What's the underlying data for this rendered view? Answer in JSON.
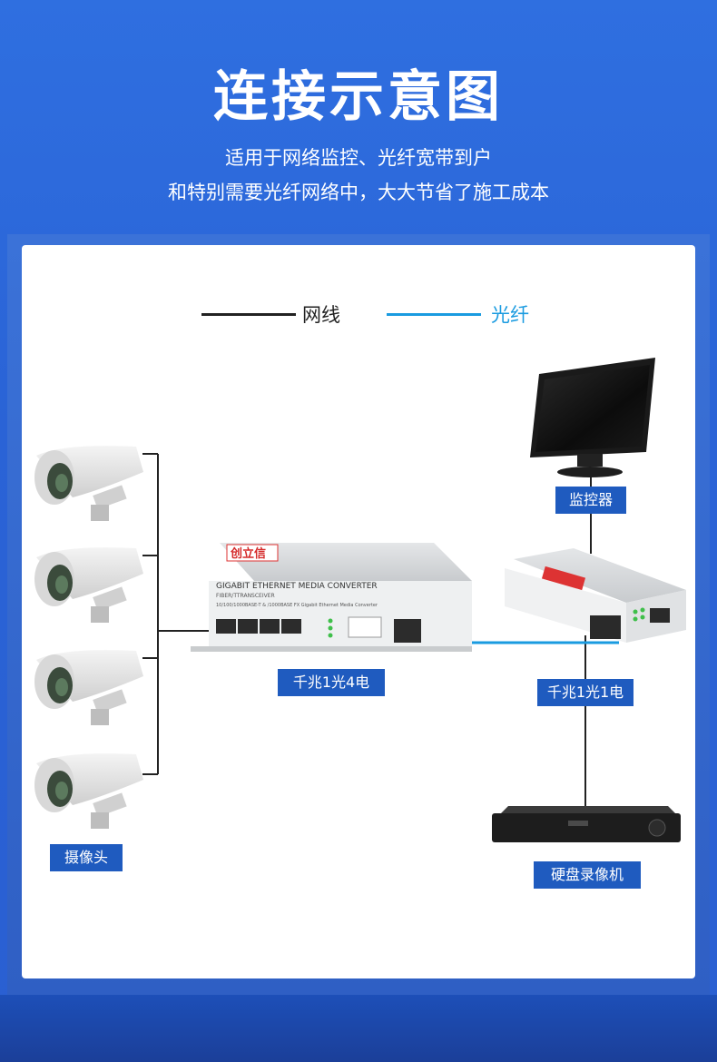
{
  "header": {
    "title": "连接示意图",
    "subtitle_line1": "适用于网络监控、光纤宽带到户",
    "subtitle_line2": "和特别需要光纤网络中，大大节省了施工成本"
  },
  "legend": {
    "cable_label": "网线",
    "fiber_label": "光纤",
    "cable_color": "#222222",
    "fiber_color": "#1a9be0"
  },
  "devices": {
    "camera_label": "摄像头",
    "converter_left_label": "千兆1光4电",
    "converter_right_label": "千兆1光1电",
    "monitor_label": "监控器",
    "nvr_label": "硬盘录像机",
    "brand_text": "创立信",
    "converter_front_text": "GIGABIT ETHERNET MEDIA CONVERTER",
    "converter_sub_text": "FIBER/TTRANSCEIVER",
    "converter_spec_text": "10/100/1000BASE-T & /1000BASE FX Gigabit Ethernet Media Converter"
  },
  "colors": {
    "background": "#2a63d6",
    "tag_fill": "#1f5bbf",
    "panel": "#ffffff"
  }
}
